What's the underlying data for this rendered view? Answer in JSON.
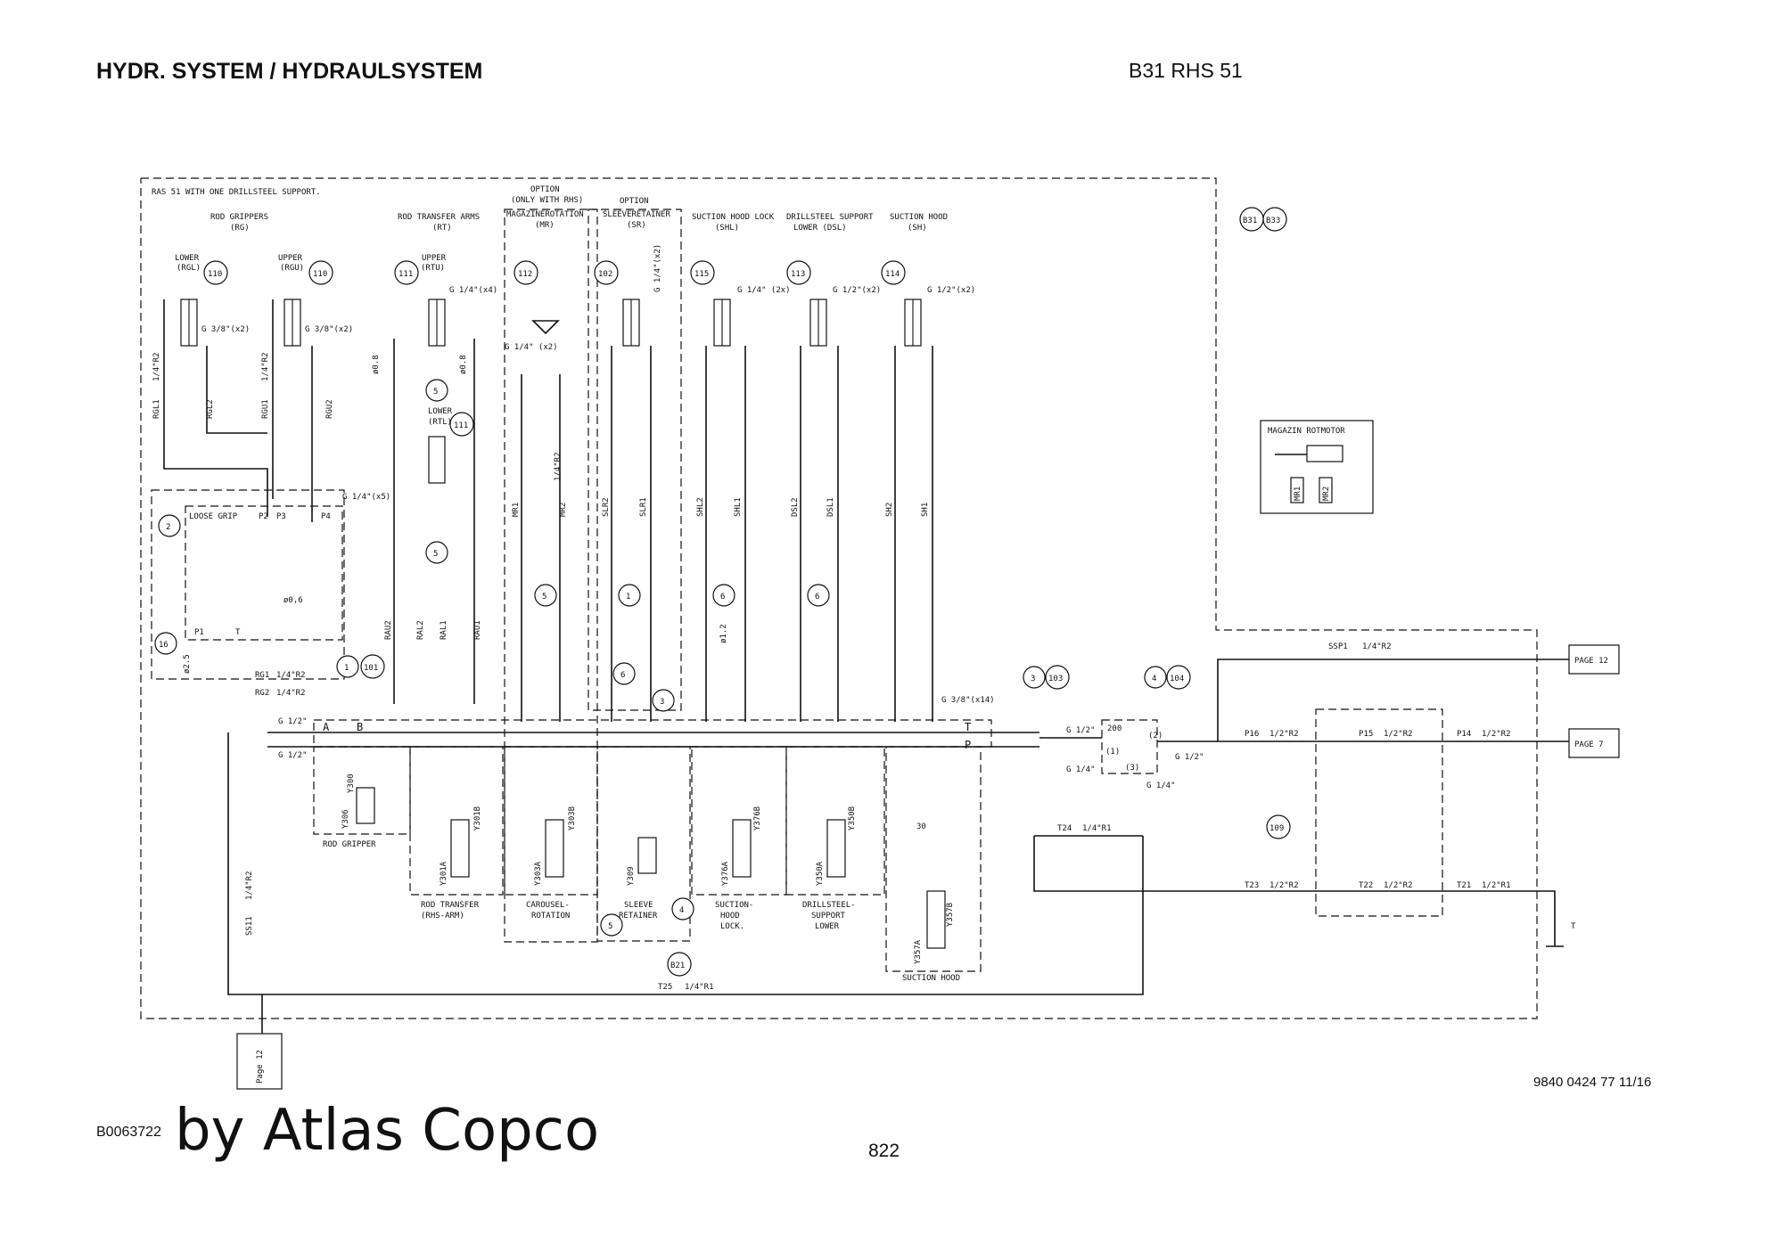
{
  "header": {
    "title": "HYDR. SYSTEM / HYDRAULSYSTEM",
    "model": "B31 RHS 51"
  },
  "footer": {
    "drawing_number": "B0063722",
    "brand": "by Atlas Copco",
    "page_number": "822",
    "document_ref": "9840 0424 77 11/16"
  },
  "diagram": {
    "frame_note": "RAS 51 WITH ONE DRILLSTEEL SUPPORT.",
    "option_labels": [
      "OPTION",
      "(ONLY WITH RHS)",
      "OPTION"
    ],
    "groups": [
      {
        "label": "ROD GRIPPERS",
        "code": "(RG)"
      },
      {
        "label": "ROD TRANSFER ARMS",
        "code": "(RT)"
      },
      {
        "label": "MAGAZINEROTATION",
        "code": "(MR)"
      },
      {
        "label": "SLEEVERETAINER",
        "code": "(SR)"
      },
      {
        "label": "SUCTION HOOD LOCK",
        "code": "(SHL)"
      },
      {
        "label": "DRILLSTEEL SUPPORT",
        "code": "LOWER (DSL)"
      },
      {
        "label": "SUCTION HOOD",
        "code": "(SH)"
      }
    ],
    "cylinders": [
      {
        "name": "LOWER",
        "code": "(RGL)",
        "num": "110",
        "port": "G 3/8\"(x2)"
      },
      {
        "name": "UPPER",
        "code": "(RGU)",
        "num": "110",
        "port": "G 3/8\"(x2)"
      },
      {
        "name": "UPPER",
        "code": "(RTU)",
        "num": "111",
        "port": "G 1/4\"(x4)"
      },
      {
        "name": "",
        "code": "",
        "num": "112",
        "port": "G 1/4\" (x2)"
      },
      {
        "name": "",
        "code": "",
        "num": "102",
        "port": "G 1/4\"(x2)"
      },
      {
        "name": "",
        "code": "",
        "num": "115",
        "port": "G 1/4\" (2x)"
      },
      {
        "name": "",
        "code": "",
        "num": "113",
        "port": "G 1/2\"(x2)"
      },
      {
        "name": "",
        "code": "",
        "num": "114",
        "port": "G 1/2\"(x2)"
      }
    ],
    "lower_rtl": {
      "name": "LOWER",
      "code": "(RTL)",
      "num": "111"
    },
    "hose_tags": [
      "RGL1",
      "RGL2",
      "RGU1",
      "RGU2",
      "RAU2",
      "RAL2",
      "RAL1",
      "RAU1",
      "MR1",
      "MR2",
      "SLR2",
      "SLR1",
      "SHL2",
      "SHL1",
      "DSL2",
      "DSL1",
      "SH2",
      "SH1"
    ],
    "hose_size": "1/4\"R2",
    "restrictors": [
      "ø0.8",
      "ø0.8",
      "ø1.2",
      "ø2.5",
      "ø0,6"
    ],
    "valves": [
      "Y306",
      "Y300",
      "Y301A",
      "Y301B",
      "Y303A",
      "Y303B",
      "Y309",
      "Y376A",
      "Y376B",
      "Y350A",
      "Y350B",
      "Y357A",
      "Y357B"
    ],
    "valve_groups": [
      "ROD GRIPPER",
      "ROD TRANSFER",
      "(RHS-ARM)",
      "CAROUSEL-",
      "ROTATION",
      "SLEEVE",
      "RETAINER",
      "SUCTION-",
      "HOOD",
      "LOCK.",
      "DRILLSTEEL-",
      "SUPPORT",
      "LOWER",
      "SUCTION HOOD"
    ],
    "loose_grip": {
      "label": "LOOSE GRIP",
      "ports": [
        "P2",
        "P3",
        "P4",
        "P1",
        "T"
      ],
      "port_spec": "G 1/4\"(x5)"
    },
    "manifold_ports": [
      "A",
      "B",
      "T",
      "P"
    ],
    "manifold_spec": "G 3/8\"(x14)",
    "port_specs": [
      "G 1/2\"",
      "G 1/4\"",
      "200",
      "(1)",
      "(2)",
      "(3)"
    ],
    "lines": [
      "RG1",
      "RG2",
      "SSP1",
      "P16",
      "P15",
      "P14",
      "T24",
      "T23",
      "T22",
      "T21",
      "T25",
      "SS11"
    ],
    "line_sizes": [
      "1/4\"R2",
      "1/2\"R2",
      "1/4\"R1",
      "1/2\"R1"
    ],
    "page_refs": [
      "PAGE 12",
      "PAGE 7",
      "Page 12"
    ],
    "refs": [
      "B31",
      "B33",
      "B21",
      "101",
      "103",
      "104",
      "109",
      "30"
    ],
    "inset_title": "MAGAZIN ROTMOTOR"
  }
}
